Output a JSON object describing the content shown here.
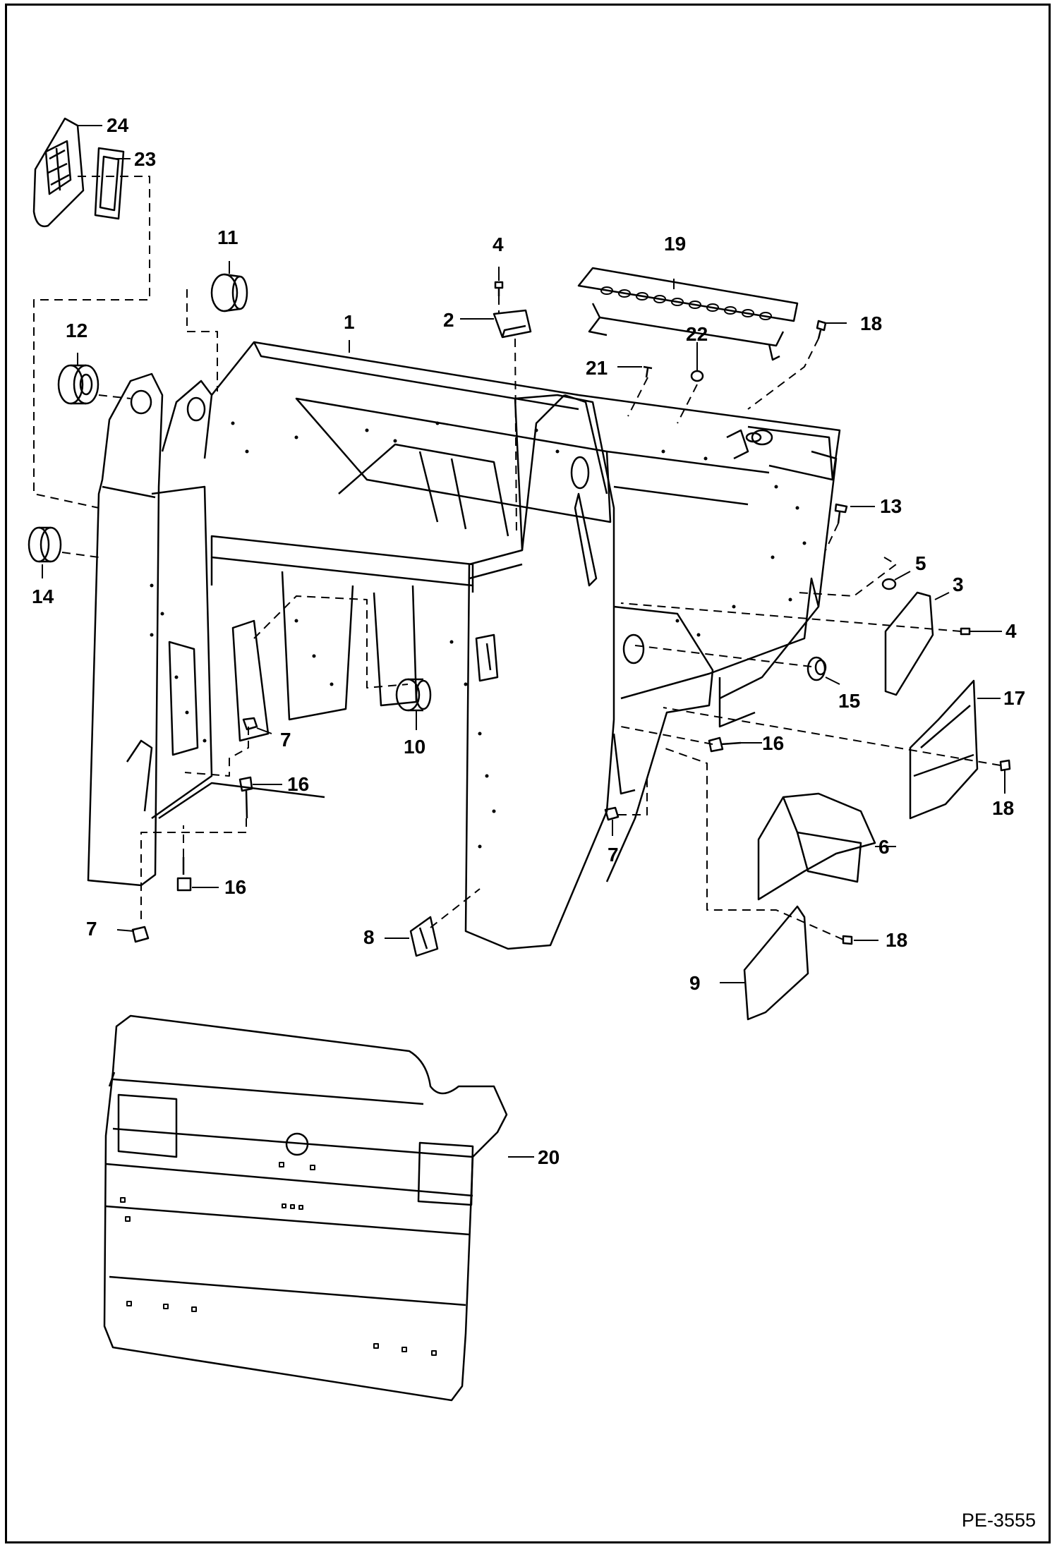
{
  "document_id": "PE-3555",
  "callouts": [
    {
      "id": "c24",
      "label": "24"
    },
    {
      "id": "c23",
      "label": "23"
    },
    {
      "id": "c11",
      "label": "11"
    },
    {
      "id": "c4a",
      "label": "4"
    },
    {
      "id": "c19",
      "label": "19"
    },
    {
      "id": "c1",
      "label": "1"
    },
    {
      "id": "c2",
      "label": "2"
    },
    {
      "id": "c18a",
      "label": "18"
    },
    {
      "id": "c12",
      "label": "12"
    },
    {
      "id": "c22",
      "label": "22"
    },
    {
      "id": "c21",
      "label": "21"
    },
    {
      "id": "c13",
      "label": "13"
    },
    {
      "id": "c5",
      "label": "5"
    },
    {
      "id": "c3",
      "label": "3"
    },
    {
      "id": "c14",
      "label": "14"
    },
    {
      "id": "c4b",
      "label": "4"
    },
    {
      "id": "c15",
      "label": "15"
    },
    {
      "id": "c17",
      "label": "17"
    },
    {
      "id": "c7a",
      "label": "7"
    },
    {
      "id": "c10",
      "label": "10"
    },
    {
      "id": "c16a",
      "label": "16"
    },
    {
      "id": "c16b",
      "label": "16"
    },
    {
      "id": "c18b",
      "label": "18"
    },
    {
      "id": "c7b",
      "label": "7"
    },
    {
      "id": "c6",
      "label": "6"
    },
    {
      "id": "c16c",
      "label": "16"
    },
    {
      "id": "c7c",
      "label": "7"
    },
    {
      "id": "c8",
      "label": "8"
    },
    {
      "id": "c18c",
      "label": "18"
    },
    {
      "id": "c9",
      "label": "9"
    },
    {
      "id": "c20",
      "label": "20"
    }
  ]
}
